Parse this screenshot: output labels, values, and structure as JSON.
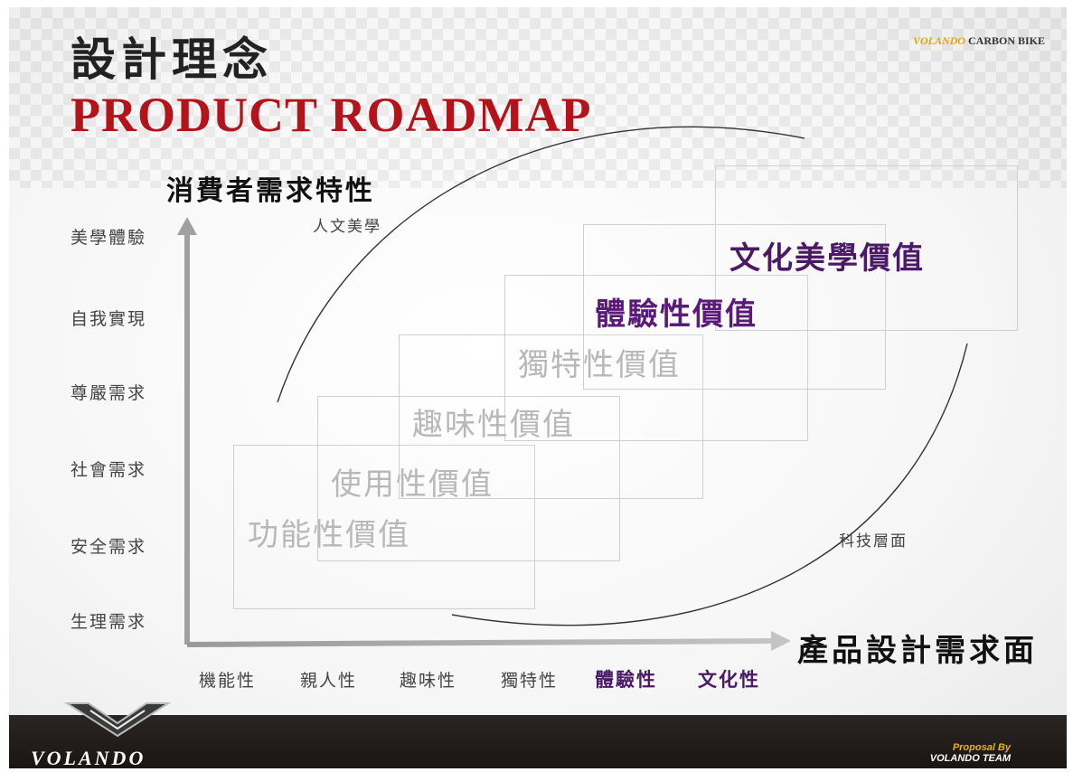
{
  "header": {
    "title_zh": "設計理念",
    "title_en": "PRODUCT ROADMAP",
    "brand_part1": "VOLANDO",
    "brand_part2": " CARBON BIKE"
  },
  "axes": {
    "y_label": "消費者需求特性",
    "x_label": "產品設計需求面",
    "y_levels": [
      "美學體驗",
      "自我實現",
      "尊嚴需求",
      "社會需求",
      "安全需求",
      "生理需求"
    ],
    "x_levels": [
      "機能性",
      "親人性",
      "趣味性",
      "獨特性",
      "體驗性",
      "文化性"
    ]
  },
  "values": [
    "功能性價值",
    "使用性價值",
    "趣味性價值",
    "獨特性價值",
    "體驗性價值",
    "文化美學價值"
  ],
  "notes": {
    "humanities": "人文美學",
    "technology": "科技層面"
  },
  "footer": {
    "logo": "VOLANDO",
    "proposal_by": "Proposal By",
    "team": "VOLANDO TEAM"
  },
  "colors": {
    "title_red": "#b3141b",
    "accent_purple": "#5a1a78",
    "brand_gold": "#e0a800",
    "footer_dark": "#1f1a18"
  }
}
